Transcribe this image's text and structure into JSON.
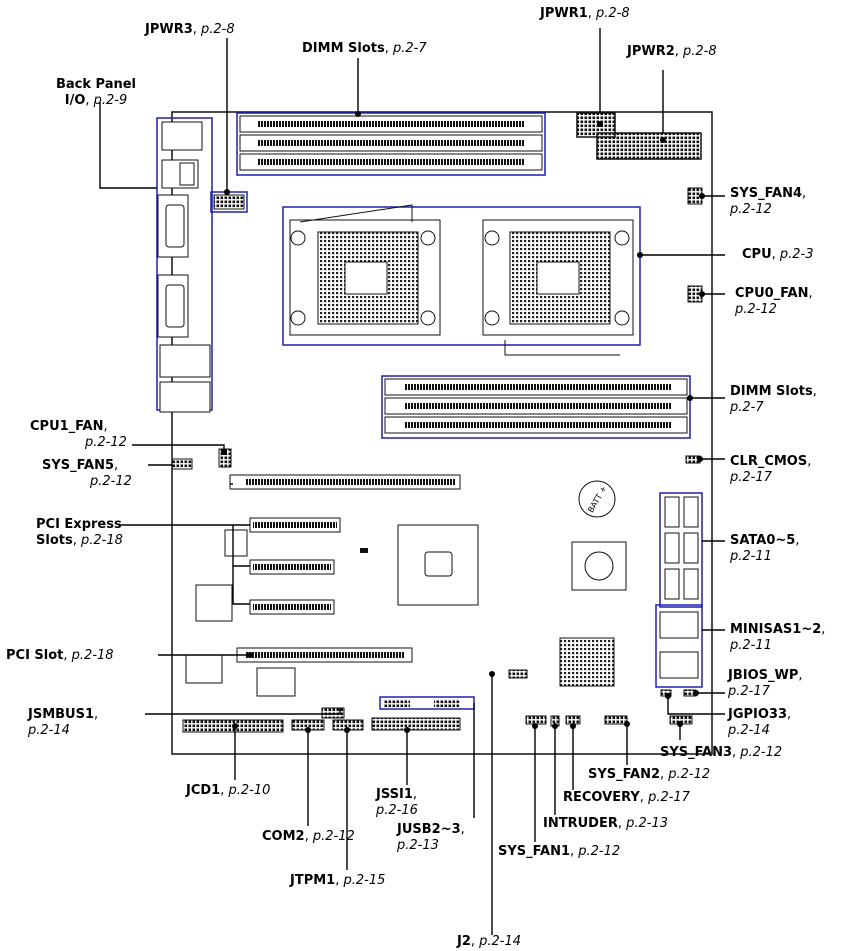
{
  "labels": {
    "jpwr3": {
      "name": "JPWR3",
      "page": "p.2-8"
    },
    "dimm_top": {
      "name": "DIMM Slots",
      "page": "p.2-7"
    },
    "jpwr1": {
      "name": "JPWR1",
      "page": "p.2-8"
    },
    "jpwr2": {
      "name": "JPWR2",
      "page": "p.2-8"
    },
    "back_panel": {
      "name1": "Back Panel",
      "name2": "I/O",
      "page": "p.2-9"
    },
    "sys_fan4": {
      "name": "SYS_FAN4",
      "page": "p.2-12"
    },
    "cpu": {
      "name": "CPU",
      "page": "p.2-3"
    },
    "cpu0_fan": {
      "name": "CPU0_FAN",
      "page": "p.2-12"
    },
    "dimm_right": {
      "name": "DIMM Slots",
      "page": "p.2-7"
    },
    "cpu1_fan": {
      "name": "CPU1_FAN",
      "page": "p.2-12"
    },
    "sys_fan5": {
      "name": "SYS_FAN5",
      "page": "p.2-12"
    },
    "clr_cmos": {
      "name": "CLR_CMOS",
      "page": "p.2-17"
    },
    "pcie": {
      "name1": "PCI Express",
      "name2": "Slots",
      "page": "p.2-18"
    },
    "sata": {
      "name": "SATA0~5",
      "page": "p.2-11"
    },
    "minisas": {
      "name": "MINISAS1~2",
      "page": "p.2-11"
    },
    "pci_slot": {
      "name": "PCI Slot",
      "page": "p.2-18"
    },
    "jbios_wp": {
      "name": "JBIOS_WP",
      "page": "p.2-17"
    },
    "jsmbus1": {
      "name": "JSMBUS1",
      "page": "p.2-14"
    },
    "jgpio33": {
      "name": "JGPIO33",
      "page": "p.2-14"
    },
    "sys_fan3": {
      "name": "SYS_FAN3",
      "page": "p.2-12"
    },
    "sys_fan2": {
      "name": "SYS_FAN2",
      "page": "p.2-12"
    },
    "jcd1": {
      "name": "JCD1",
      "page": "p.2-10"
    },
    "jssi1": {
      "name": "JSSI1",
      "page": "p.2-16"
    },
    "recovery": {
      "name": "RECOVERY",
      "page": "p.2-17"
    },
    "com2": {
      "name": "COM2",
      "page": "p.2-12"
    },
    "jusb": {
      "name": "JUSB2~3",
      "page": "p.2-13"
    },
    "intruder": {
      "name": "INTRUDER",
      "page": "p.2-13"
    },
    "sys_fan1": {
      "name": "SYS_FAN1",
      "page": "p.2-12"
    },
    "jtpm1": {
      "name": "JTPM1",
      "page": "p.2-15"
    },
    "j2": {
      "name": "J2",
      "page": "p.2-14"
    }
  },
  "batt_label": "BATT +",
  "colors": {
    "outline": "#2020b0",
    "line": "#000000",
    "board": "#111111"
  }
}
